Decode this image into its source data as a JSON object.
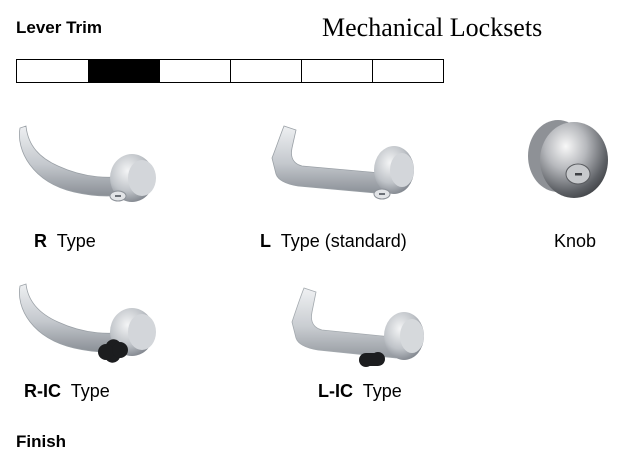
{
  "header": {
    "section_title": "Lever Trim",
    "doc_title": "Mechanical Locksets"
  },
  "tab_strip": {
    "cells": 6,
    "active_index": 1
  },
  "products": [
    {
      "code": "R",
      "label": "Type",
      "icon": "r-type-lever-icon"
    },
    {
      "code": "L",
      "label": "Type (standard)",
      "icon": "l-type-lever-icon"
    },
    {
      "code": "",
      "label": "Knob",
      "icon": "knob-icon"
    },
    {
      "code": "R-IC",
      "label": "Type",
      "icon": "r-ic-type-lever-icon"
    },
    {
      "code": "L-IC",
      "label": "Type",
      "icon": "l-ic-type-lever-icon"
    }
  ],
  "footer": {
    "heading": "Finish"
  },
  "colors": {
    "lever_light": "#eceef0",
    "lever_mid": "#b8bcc2",
    "lever_dark": "#80858c",
    "knob_dark": "#5a5c60"
  }
}
